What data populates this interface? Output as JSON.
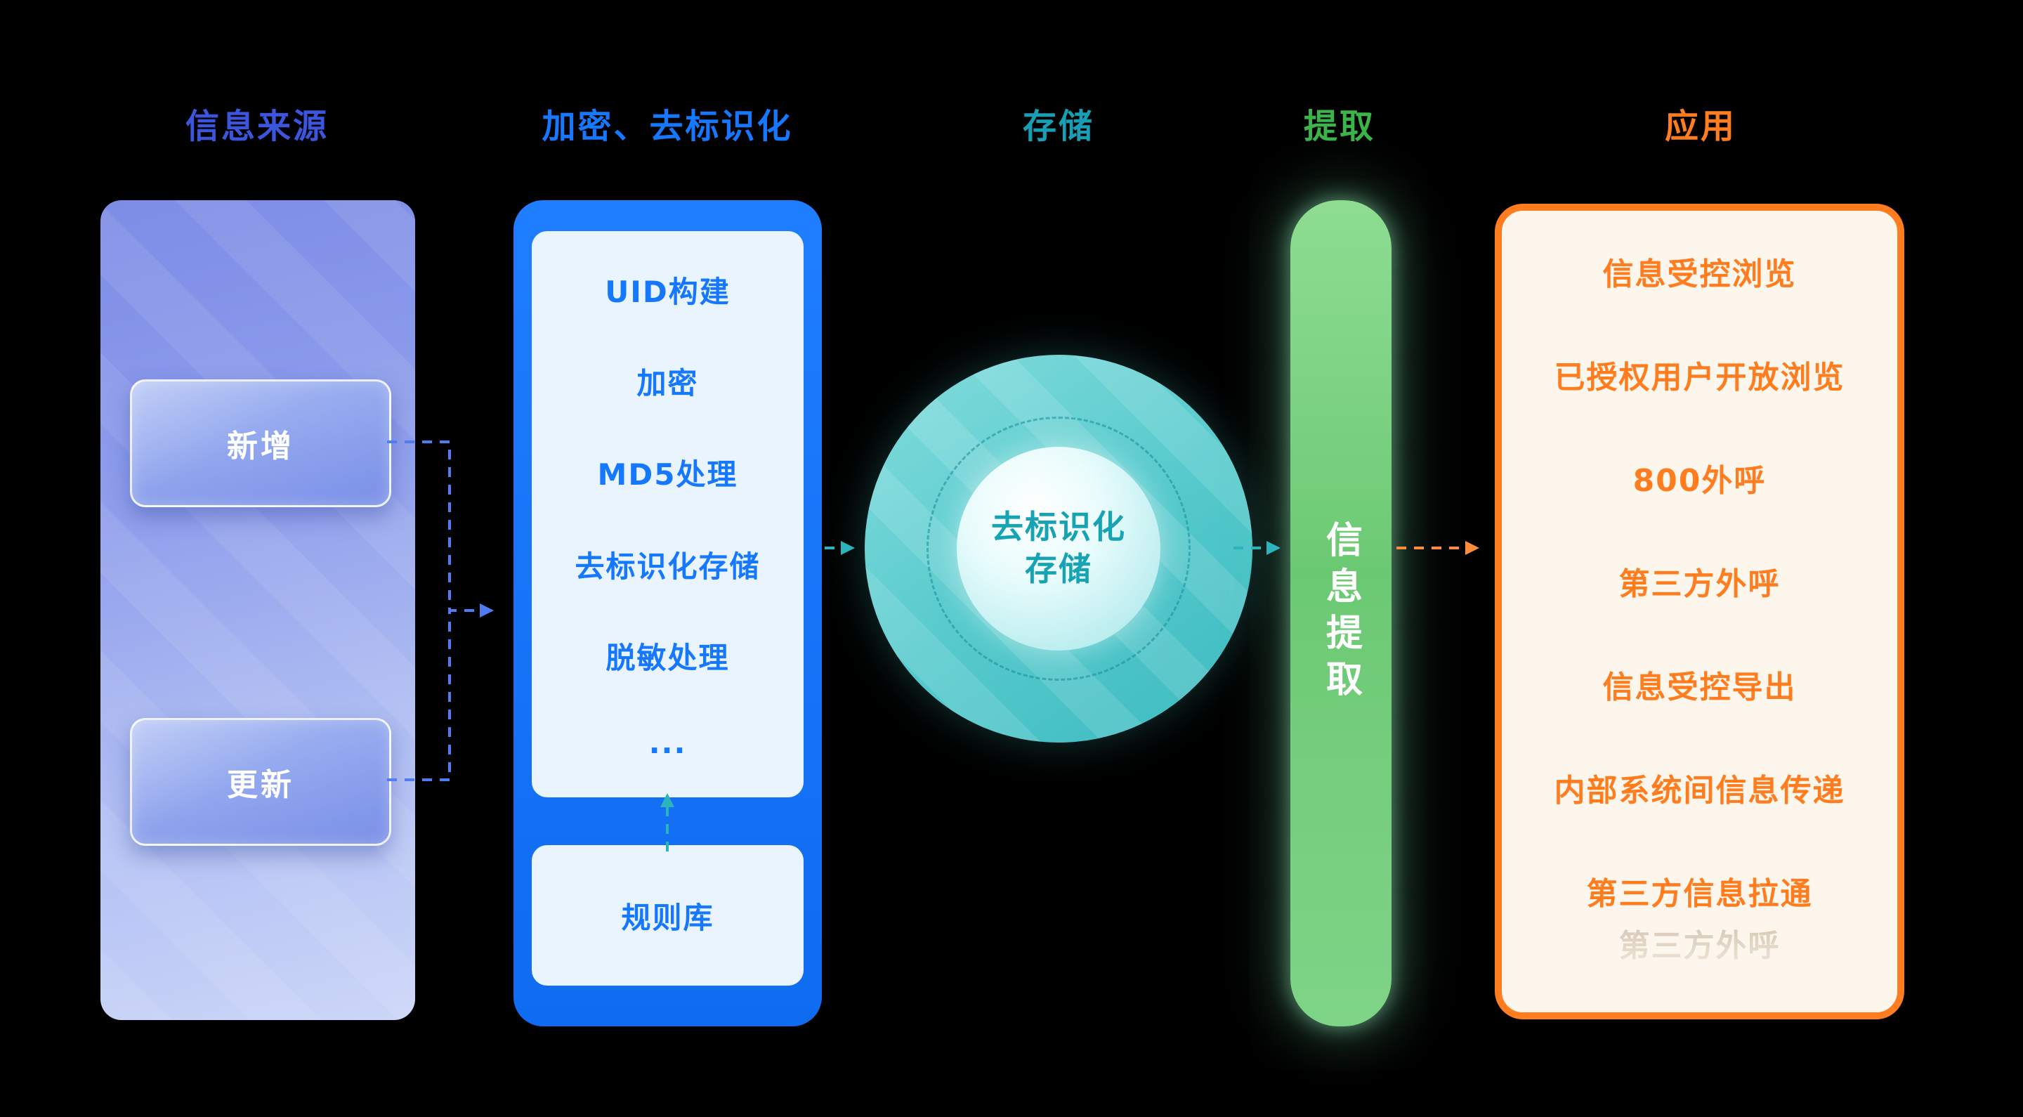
{
  "headers": {
    "source": "信息来源",
    "encrypt": "加密、去标识化",
    "storage": "存储",
    "extract": "提取",
    "application": "应用"
  },
  "source_column": {
    "items": [
      {
        "label": "新增"
      },
      {
        "label": "更新"
      }
    ]
  },
  "encrypt_column": {
    "steps": [
      {
        "label": "UID构建"
      },
      {
        "label": "加密"
      },
      {
        "label": "MD5处理"
      },
      {
        "label": "去标识化存储"
      },
      {
        "label": "脱敏处理"
      },
      {
        "label": "..."
      }
    ],
    "rule_library": "规则库"
  },
  "storage_circle": {
    "label_line1": "去标识化",
    "label_line2": "存储"
  },
  "extract_bar": {
    "label": "信息提取"
  },
  "application_column": {
    "items": [
      {
        "label": "信息受控浏览"
      },
      {
        "label": "已授权用户开放浏览"
      },
      {
        "label": "800外呼"
      },
      {
        "label": "第三方外呼"
      },
      {
        "label": "信息受控导出"
      },
      {
        "label": "内部系统间信息传递"
      },
      {
        "label": "第三方信息拉通"
      },
      {
        "label": "第三方外呼"
      }
    ]
  },
  "colors": {
    "background": "#000000",
    "source_header": "#3c55dd",
    "encrypt_header": "#1677ff",
    "storage_header": "#17a0b5",
    "extract_header": "#3bb54a",
    "application_header": "#ff7d1f",
    "encrypt_panel": "#1677ff",
    "storage_teal": "#4cc6ca",
    "extract_green": "#6cc973",
    "application_orange": "#ff7d1f",
    "arrow_blue": "#4f7cf0",
    "arrow_teal": "#2cb4bd",
    "arrow_orange": "#ff8b3d"
  }
}
